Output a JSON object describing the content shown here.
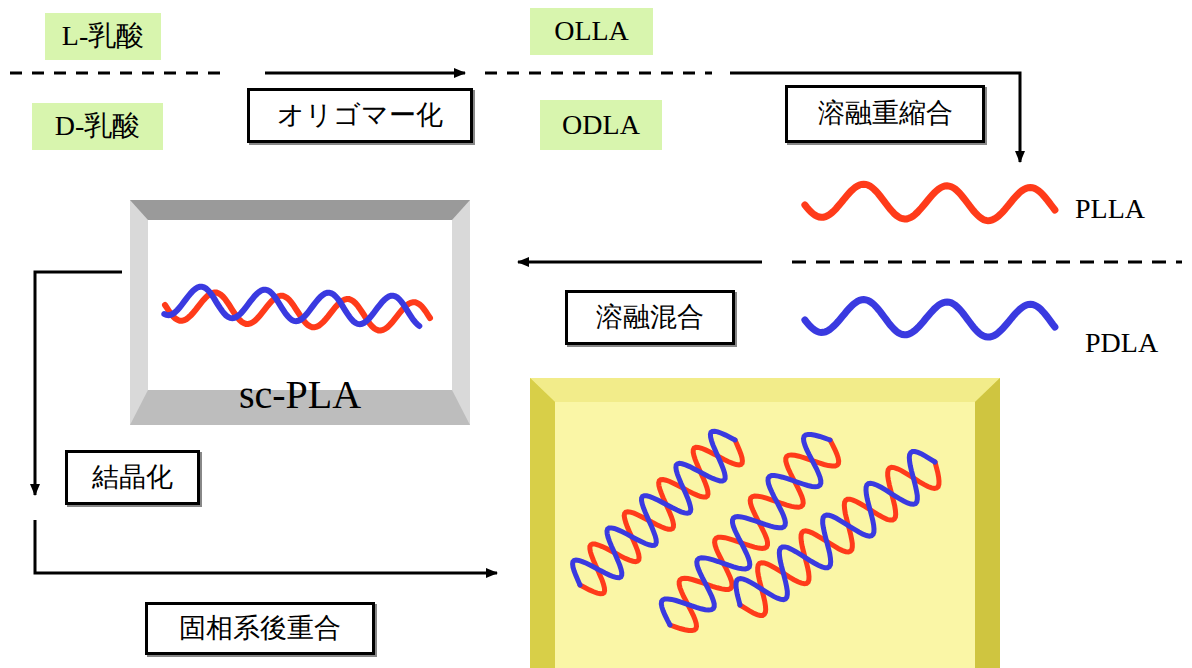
{
  "diagram": {
    "nodes": [
      {
        "text": [
          "L-乳酸"
        ]
      },
      {
        "text": [
          "D-乳酸"
        ]
      },
      {
        "text": [
          "オリゴマー化"
        ]
      },
      {
        "text": [
          "OLLA"
        ]
      },
      {
        "text": [
          "ODLA"
        ]
      },
      {
        "text": [
          "溶融重縮合"
        ]
      },
      {
        "text": [
          "溶融混合"
        ]
      },
      {
        "text": [
          "sc-PLA"
        ]
      },
      {
        "text": [
          "結晶化"
        ]
      },
      {
        "text": [
          "固相系後重合"
        ]
      }
    ],
    "labels": [
      "PLLA",
      "PDLA"
    ]
  }
}
